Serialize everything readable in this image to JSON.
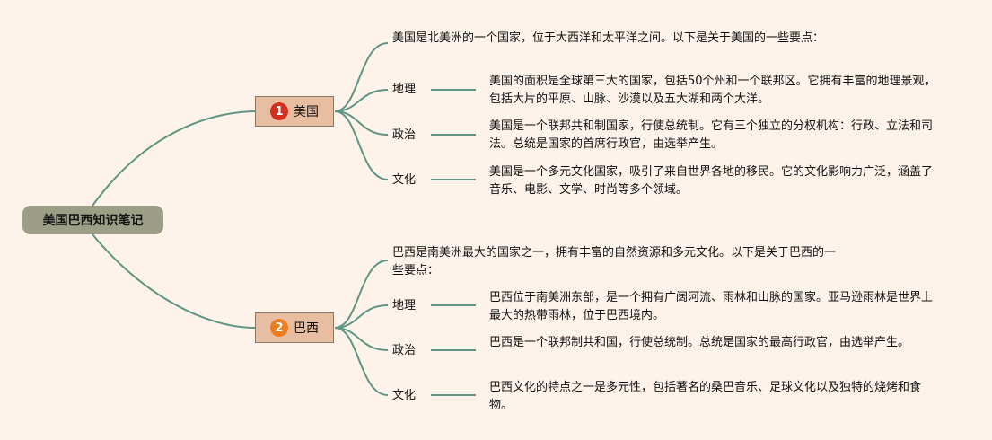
{
  "root": {
    "label": "美国巴西知识笔记"
  },
  "colors": {
    "line": "#5e9583",
    "root_bg": "#9c9f86",
    "branch_bg": "#e8bea3",
    "badge_red": "#d32f1e",
    "badge_orange": "#ee7b1c"
  },
  "branches": [
    {
      "number": "1",
      "label": "美国",
      "intro": "美国是北美洲的一个国家，位于大西洋和太平洋之间。以下是关于美国的一些要点：",
      "topics": [
        {
          "label": "地理",
          "detail": "美国的面积是全球第三大的国家，包括50个州和一个联邦区。它拥有丰富的地理景观，包括大片的平原、山脉、沙漠以及五大湖和两个大洋。"
        },
        {
          "label": "政治",
          "detail": "美国是一个联邦共和制国家，行使总统制。它有三个独立的分权机构：行政、立法和司法。总统是国家的首席行政官，由选举产生。"
        },
        {
          "label": "文化",
          "detail": "美国是一个多元文化国家，吸引了来自世界各地的移民。它的文化影响力广泛，涵盖了音乐、电影、文学、时尚等多个领域。"
        }
      ]
    },
    {
      "number": "2",
      "label": "巴西",
      "intro": "巴西是南美洲最大的国家之一，拥有丰富的自然资源和多元文化。以下是关于巴西的一些要点：",
      "topics": [
        {
          "label": "地理",
          "detail": "巴西位于南美洲东部，是一个拥有广阔河流、雨林和山脉的国家。亚马逊雨林是世界上最大的热带雨林，位于巴西境内。"
        },
        {
          "label": "政治",
          "detail": "巴西是一个联邦制共和国，行使总统制。总统是国家的最高行政官，由选举产生。"
        },
        {
          "label": "文化",
          "detail": "巴西文化的特点之一是多元性，包括著名的桑巴音乐、足球文化以及独特的烧烤和食物。"
        }
      ]
    }
  ]
}
